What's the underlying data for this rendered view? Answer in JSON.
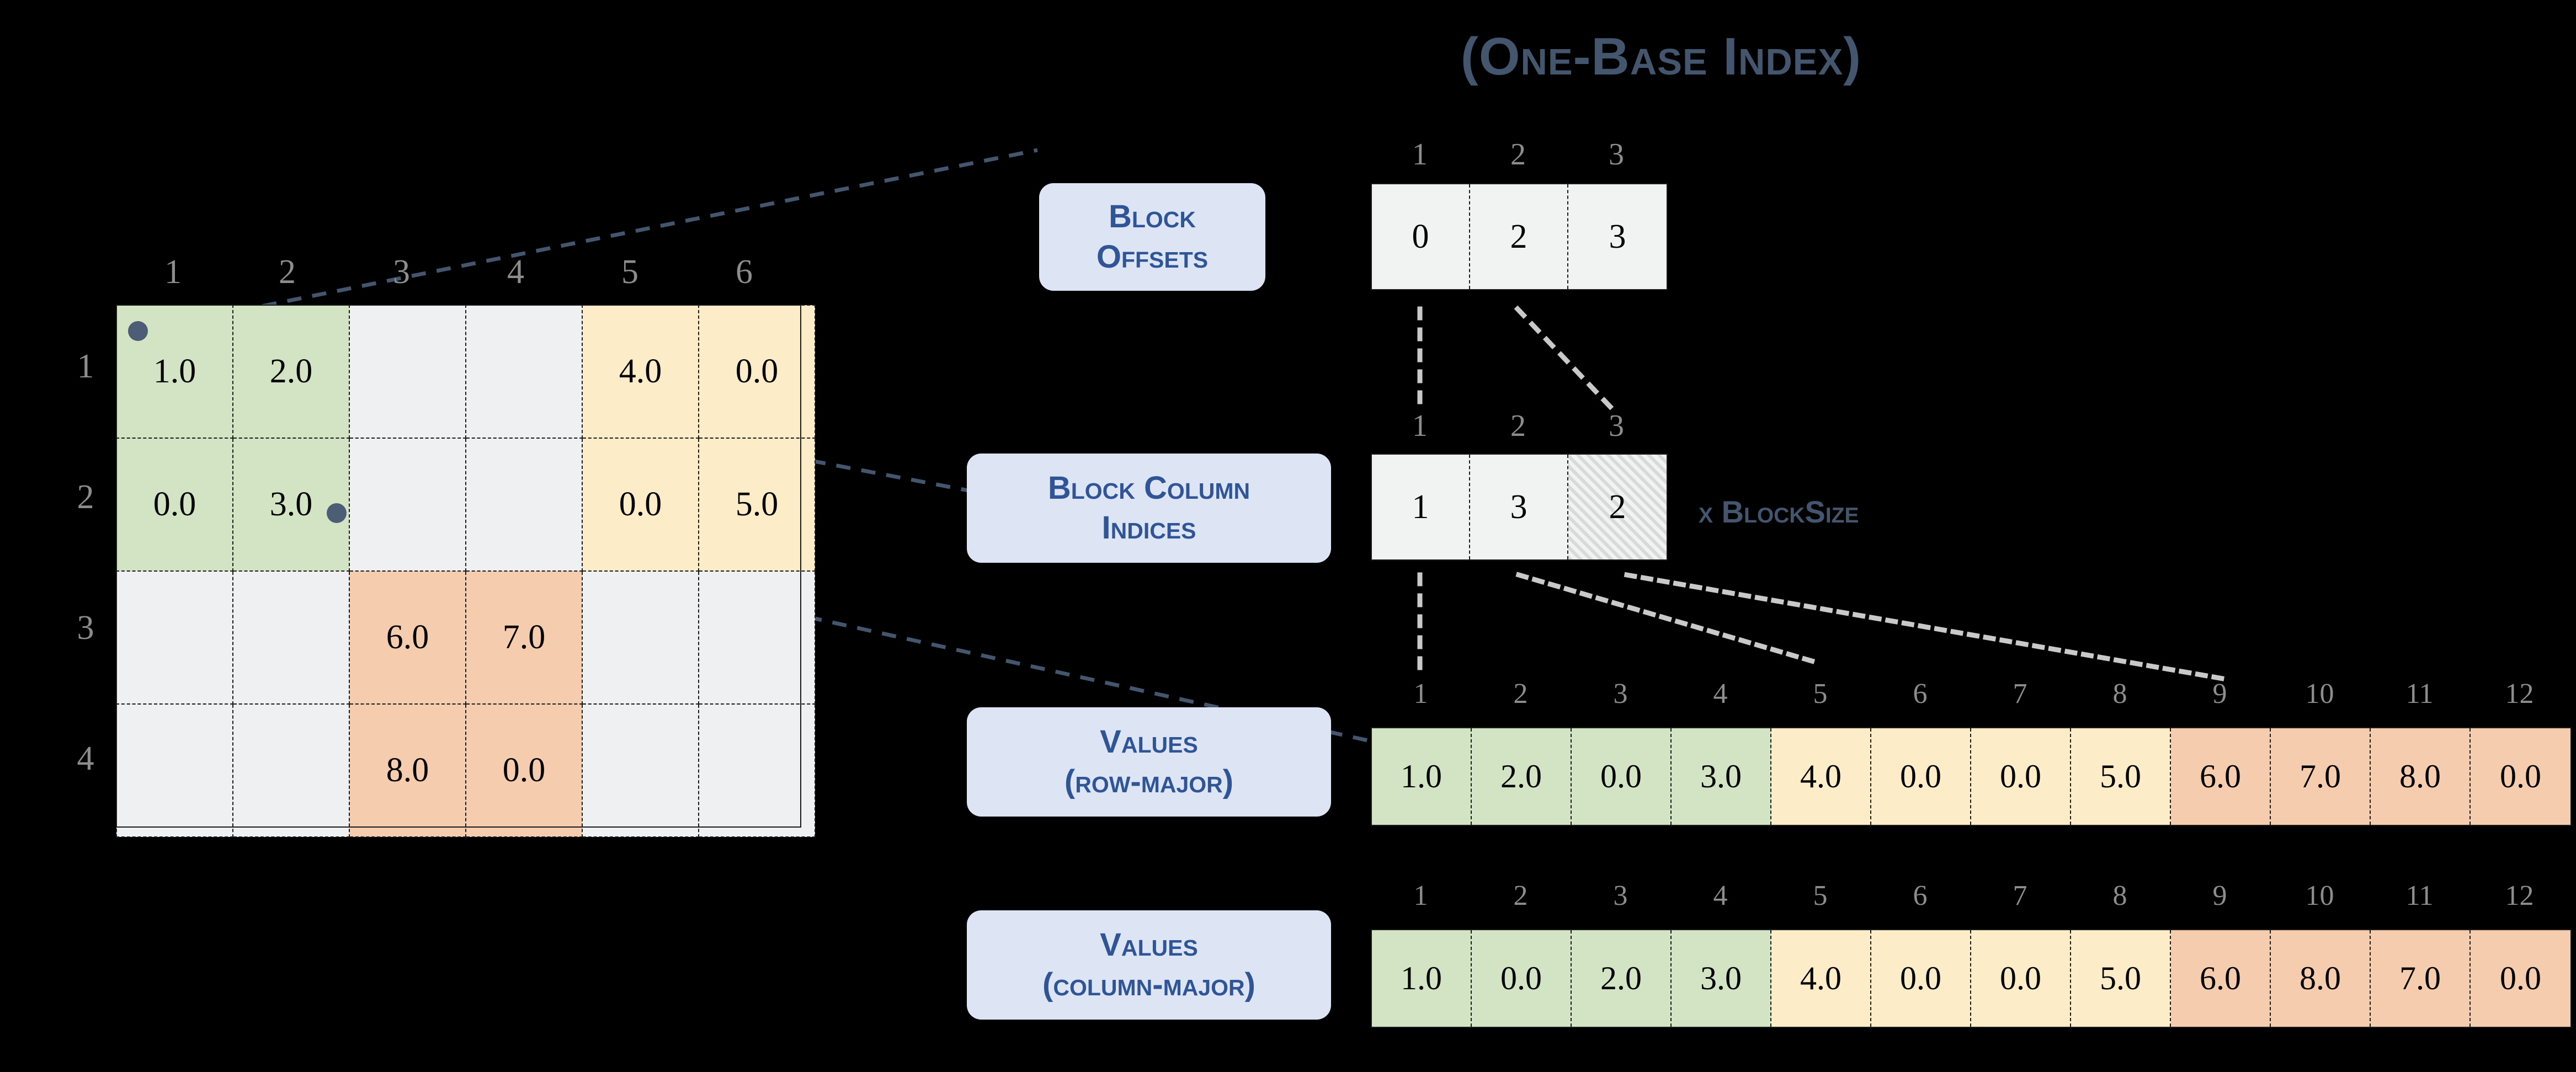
{
  "title": "(One-Base Index)",
  "matrix": {
    "col_headers": [
      "1",
      "2",
      "3",
      "4",
      "5",
      "6"
    ],
    "row_headers": [
      "1",
      "2",
      "3",
      "4"
    ],
    "rows": [
      [
        {
          "v": "1.0",
          "c": "g"
        },
        {
          "v": "2.0",
          "c": "g"
        },
        {
          "v": "",
          "c": "e"
        },
        {
          "v": "",
          "c": "e"
        },
        {
          "v": "4.0",
          "c": "y"
        },
        {
          "v": "0.0",
          "c": "y"
        }
      ],
      [
        {
          "v": "0.0",
          "c": "g"
        },
        {
          "v": "3.0",
          "c": "g"
        },
        {
          "v": "",
          "c": "e"
        },
        {
          "v": "",
          "c": "e"
        },
        {
          "v": "0.0",
          "c": "y"
        },
        {
          "v": "5.0",
          "c": "y"
        }
      ],
      [
        {
          "v": "",
          "c": "e"
        },
        {
          "v": "",
          "c": "e"
        },
        {
          "v": "6.0",
          "c": "o"
        },
        {
          "v": "7.0",
          "c": "o"
        },
        {
          "v": "",
          "c": "e"
        },
        {
          "v": "",
          "c": "e"
        }
      ],
      [
        {
          "v": "",
          "c": "e"
        },
        {
          "v": "",
          "c": "e"
        },
        {
          "v": "8.0",
          "c": "o"
        },
        {
          "v": "0.0",
          "c": "o"
        },
        {
          "v": "",
          "c": "e"
        },
        {
          "v": "",
          "c": "e"
        }
      ]
    ]
  },
  "block_offsets": {
    "label_lines": [
      "Block",
      "Offsets"
    ],
    "indices": [
      "1",
      "2",
      "3"
    ],
    "values": [
      "0",
      "2",
      "3"
    ],
    "colors": [
      "e",
      "e",
      "e"
    ]
  },
  "block_column_indices": {
    "label_lines": [
      "Block Column",
      "Indices"
    ],
    "indices": [
      "1",
      "2",
      "3"
    ],
    "values": [
      "1",
      "3",
      "2"
    ],
    "colors": [
      "e",
      "e",
      "hatch"
    ],
    "suffix": "x BlockSize"
  },
  "values_row_major": {
    "label_lines": [
      "Values",
      "(row-major)"
    ],
    "indices": [
      "1",
      "2",
      "3",
      "4",
      "5",
      "6",
      "7",
      "8",
      "9",
      "10",
      "11",
      "12"
    ],
    "values": [
      "1.0",
      "2.0",
      "0.0",
      "3.0",
      "4.0",
      "0.0",
      "0.0",
      "5.0",
      "6.0",
      "7.0",
      "8.0",
      "0.0"
    ],
    "colors": [
      "g",
      "g",
      "g",
      "g",
      "y",
      "y",
      "y",
      "y",
      "o",
      "o",
      "o",
      "o"
    ]
  },
  "values_column_major": {
    "label_lines": [
      "Values",
      "(column-major)"
    ],
    "indices": [
      "1",
      "2",
      "3",
      "4",
      "5",
      "6",
      "7",
      "8",
      "9",
      "10",
      "11",
      "12"
    ],
    "values": [
      "1.0",
      "0.0",
      "2.0",
      "3.0",
      "4.0",
      "0.0",
      "0.0",
      "5.0",
      "6.0",
      "8.0",
      "7.0",
      "0.0"
    ],
    "colors": [
      "g",
      "g",
      "g",
      "g",
      "y",
      "y",
      "y",
      "y",
      "o",
      "o",
      "o",
      "o"
    ]
  },
  "colors": {
    "background": "#000000",
    "green": "#d3e4c5",
    "yellow": "#fcecc8",
    "orange": "#f5cdae",
    "empty": "#eff0f1",
    "pill_bg": "#dde5f5",
    "pill_text": "#2f5597",
    "accent": "#44566e",
    "index_text": "#8d8d8d"
  }
}
